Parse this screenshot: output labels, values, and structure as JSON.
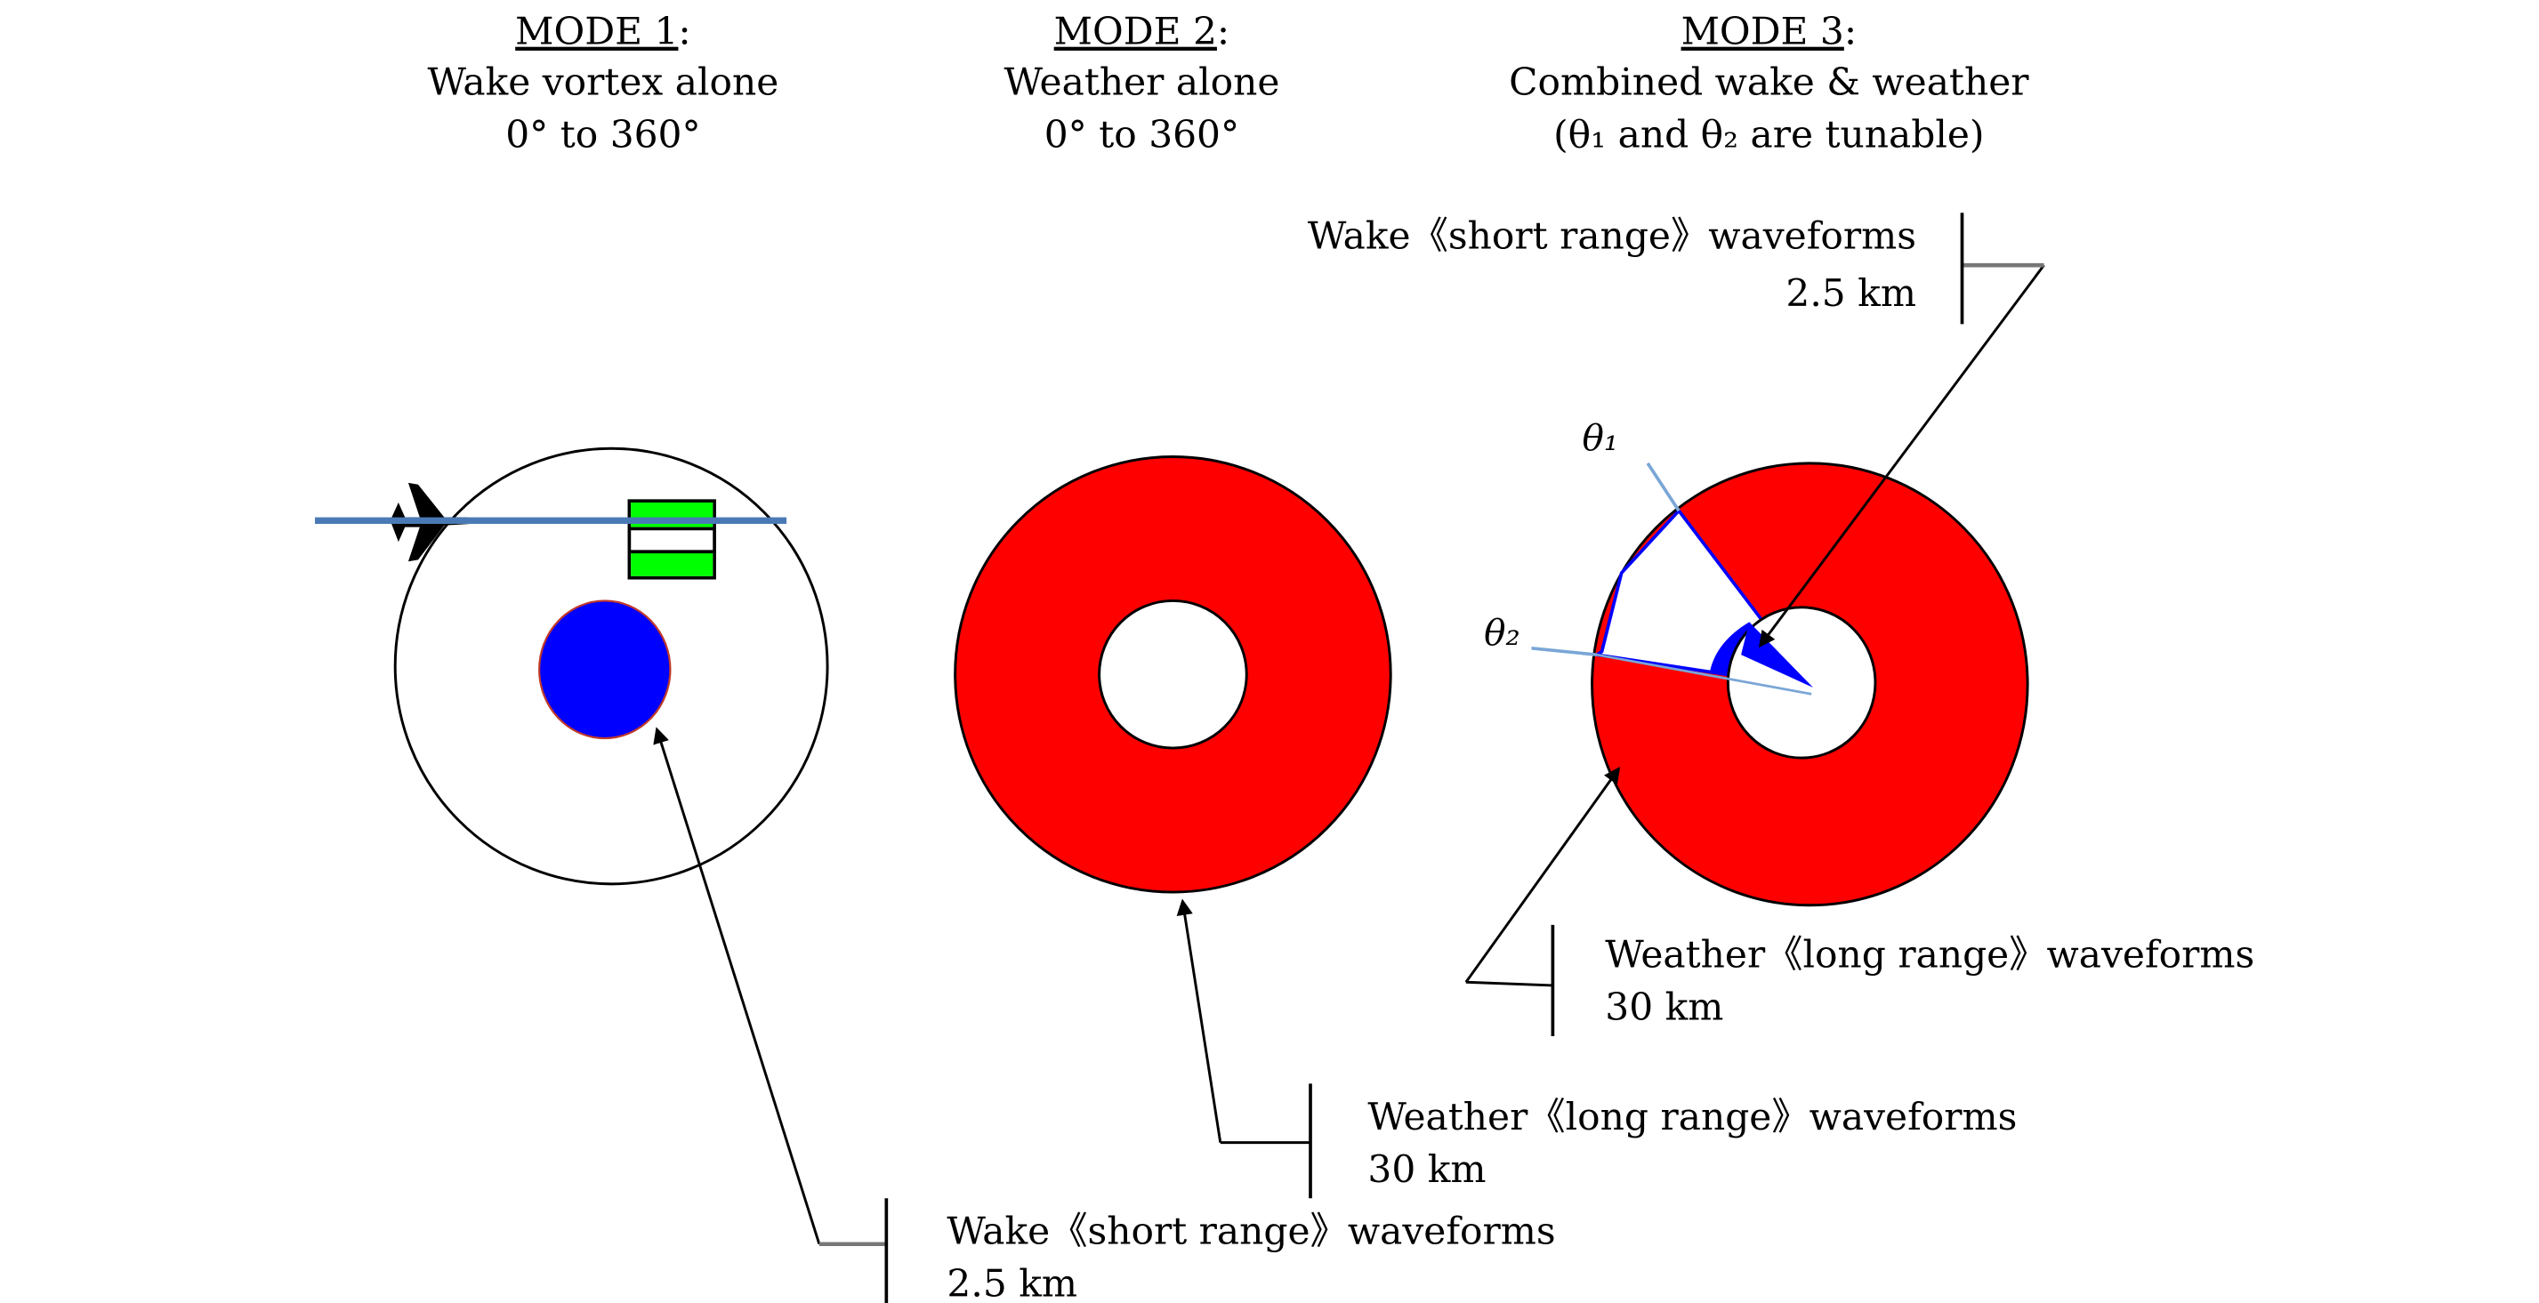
{
  "modes": [
    {
      "heading": "MODE 1",
      "colon": ":",
      "line1": "Wake vortex alone",
      "line2": "0° to 360°"
    },
    {
      "heading": "MODE 2",
      "colon": ":",
      "line1": "Weather alone",
      "line2": "0° to 360°"
    },
    {
      "heading": "MODE 3",
      "colon": ":",
      "line1": "Combined wake & weather",
      "line2": "(θ₁ and θ₂ are tunable)"
    }
  ],
  "callouts": {
    "mode1": {
      "label": "Wake《short range》waveforms",
      "range": "2.5 km"
    },
    "mode2": {
      "label": "Weather《long range》waveforms",
      "range": "30 km"
    },
    "mode3_wake": {
      "label": "Wake《short range》waveforms",
      "range": "2.5 km"
    },
    "mode3_weather": {
      "label": "Weather《long range》waveforms",
      "range": "30 km"
    }
  },
  "angles": {
    "theta1": "θ₁",
    "theta2": "θ₂"
  },
  "colors": {
    "weather": "#ff0000",
    "wake": "#0000ff",
    "flight_path": "#4a7ab5",
    "receiver": "#00ff00"
  }
}
